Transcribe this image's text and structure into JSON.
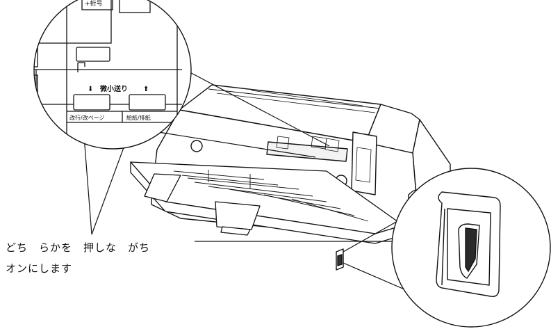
{
  "zoom_panel": {
    "top_label_partial": "+桁号",
    "micro_feed_label": "微小送り",
    "down_arrow": "⬇",
    "up_arrow": "⬆",
    "left_button_label": "改行/改ページ",
    "right_button_label": "給紙/排紙"
  },
  "instruction": {
    "line1": "どち　らかを　押しな　がち",
    "line2": "オンにします"
  }
}
